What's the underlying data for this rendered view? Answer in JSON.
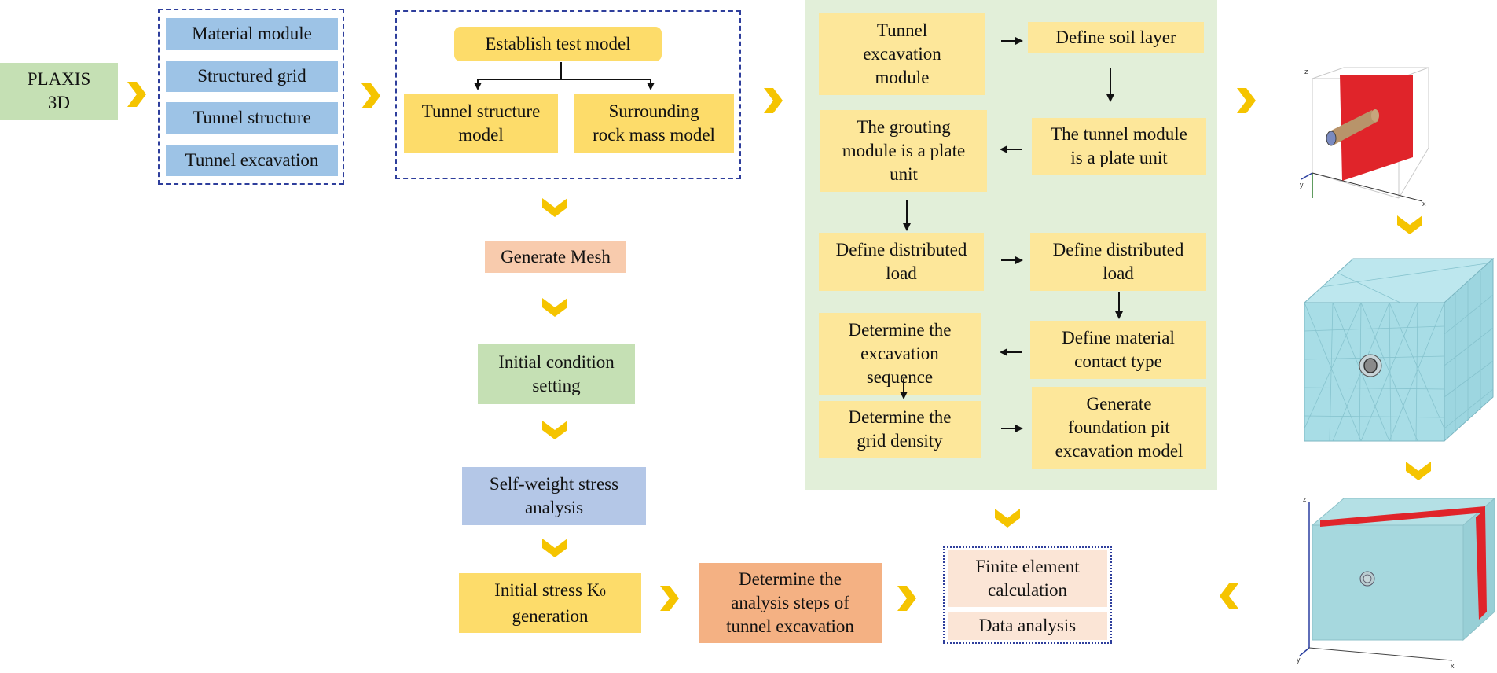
{
  "colors": {
    "yellow": "#fddc6a",
    "light_yellow": "#fde79a",
    "green": "#c5e0b4",
    "blue": "#9dc3e6",
    "light_blue": "#b4c7e7",
    "salmon": "#f8cbad",
    "orange": "#f4b183",
    "pink": "#fbe5d6",
    "panel": "#e2efd9",
    "chevron": "#f5c400",
    "dash_border": "#2e3e9c",
    "mesh": "#a8dde6",
    "red_plane": "#e0242a"
  },
  "software": {
    "label": "PLAXIS\n3D"
  },
  "modules": [
    "Material module",
    "Structured grid",
    "Tunnel structure",
    "Tunnel excavation"
  ],
  "model": {
    "title": "Establish test model",
    "tunnel": "Tunnel structure\nmodel",
    "rock": "Surrounding\nrock mass model"
  },
  "steps": {
    "mesh": "Generate Mesh",
    "initial": "Initial condition\nsetting",
    "selfweight": "Self-weight stress\nanalysis",
    "k0_main": "Initial stress K",
    "k0_sub": "0",
    "k0_tail": "\ngeneration",
    "analysis_steps": "Determine the\nanalysis steps of\ntunnel excavation",
    "fe_calc": "Finite element\ncalculation",
    "data_analysis": "Data analysis"
  },
  "flow": {
    "tunnel_excavation_module": "Tunnel\nexcavation\nmodule",
    "define_soil": "Define soil layer",
    "grouting": "The grouting\nmodule is a plate\nunit",
    "tunnel_plate": "The tunnel module\nis a plate unit",
    "dist_load_left": "Define distributed\nload",
    "dist_load_right": "Define distributed\nload",
    "excavation_seq": "Determine the\nexcavation\nsequence",
    "material_contact": "Define material\ncontact type",
    "grid_density": "Determine the\ngrid density",
    "foundation_pit": "Generate\nfoundation pit\nexcavation model"
  },
  "axes": {
    "x": "x",
    "y": "y",
    "z": "z"
  }
}
